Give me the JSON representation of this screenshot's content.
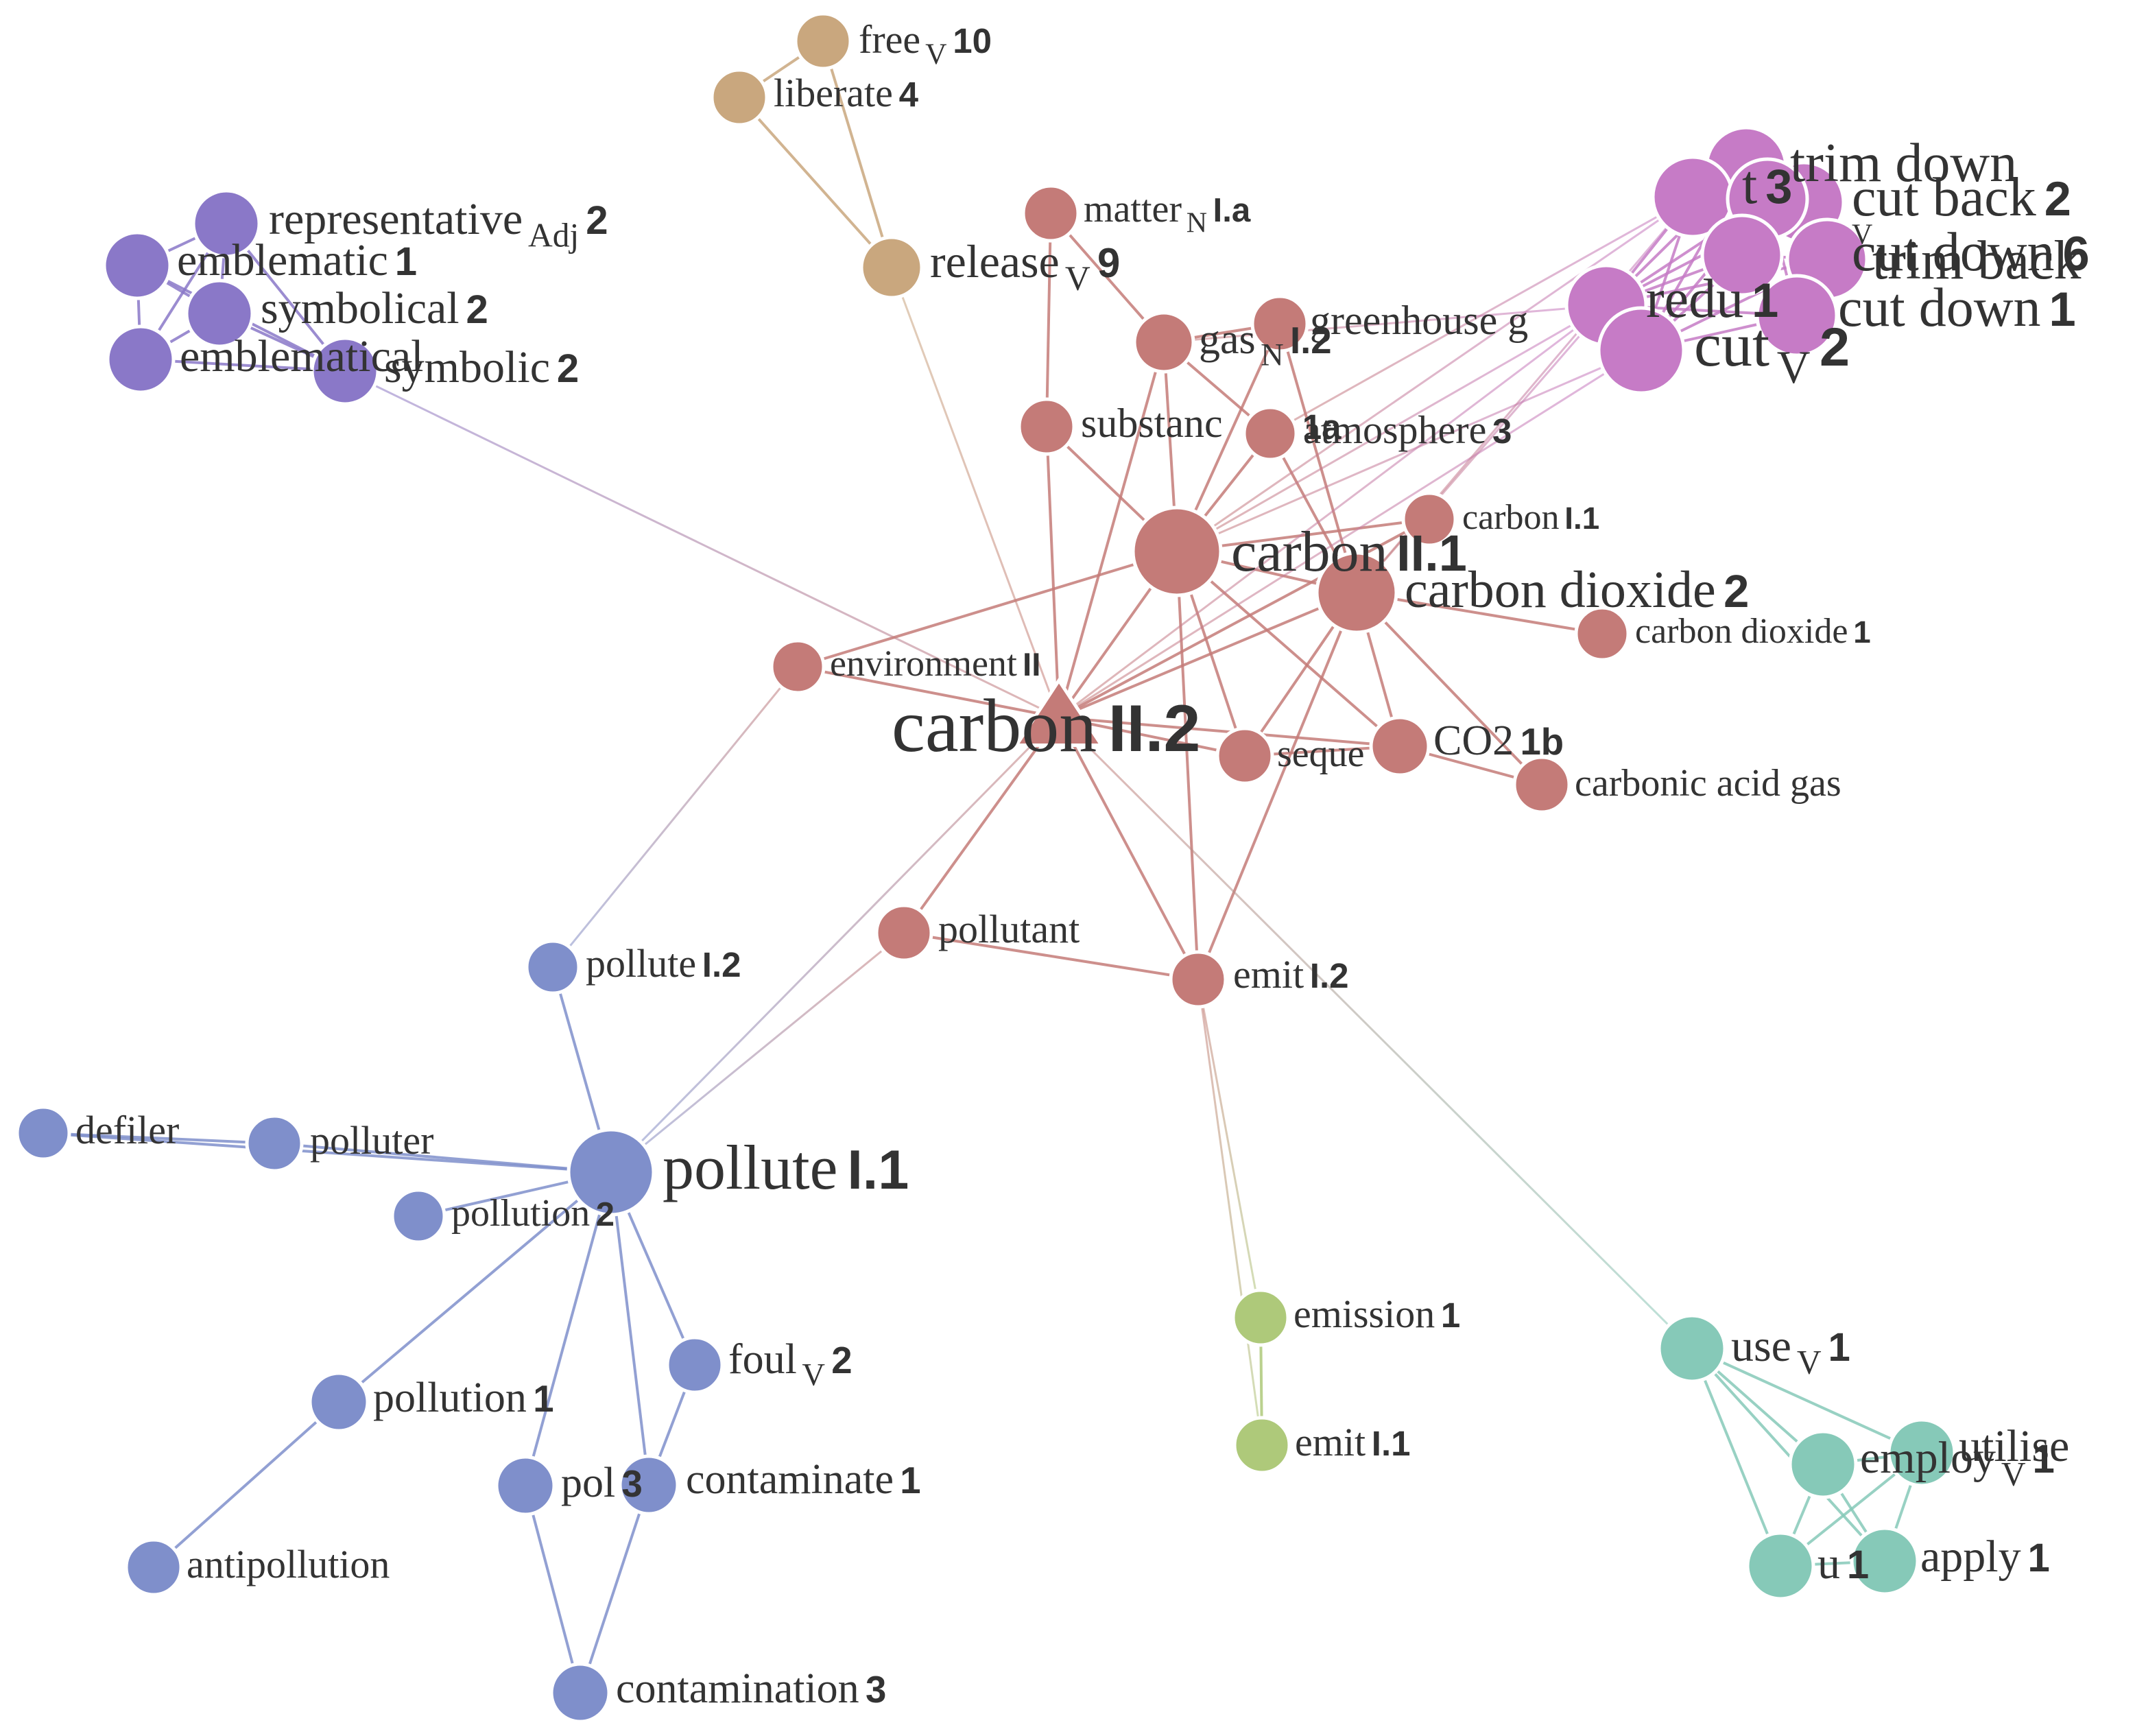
{
  "colors": {
    "red": "#c47b78",
    "blue": "#7f8fcb",
    "violet": "#8a78c8",
    "tan": "#c9a77e",
    "pink": "#c67bc6",
    "green": "#aec97a",
    "teal": "#86c9b8"
  },
  "nodes": [
    {
      "id": "carbon_II2",
      "word": "carbon",
      "sub": "",
      "sense": "II.2",
      "group": "red",
      "shape": "triangle"
    },
    {
      "id": "carbon_II1",
      "word": "carbon",
      "sub": "",
      "sense": "II.1",
      "group": "red"
    },
    {
      "id": "carbon_dioxide_2",
      "word": "carbon dioxide",
      "sub": "",
      "sense": "2",
      "group": "red"
    },
    {
      "id": "carbon_dioxide_1",
      "word": "carbon dioxide",
      "sub": "",
      "sense": "1",
      "group": "red"
    },
    {
      "id": "carbon_I1",
      "word": "carbon",
      "sub": "",
      "sense": "I.1",
      "group": "red"
    },
    {
      "id": "matter",
      "word": "matter",
      "sub": "N",
      "sense": "I.a",
      "group": "red"
    },
    {
      "id": "gas",
      "word": "gas",
      "sub": "N",
      "sense": "I.2",
      "group": "red"
    },
    {
      "id": "greenhouse",
      "word": "greenhouse g",
      "sub": "",
      "sense": "",
      "group": "red"
    },
    {
      "id": "substance",
      "word": "substanc",
      "sub": "",
      "sense": "",
      "group": "red"
    },
    {
      "id": "atmosphere1a",
      "word": "",
      "sub": "",
      "sense": "1a",
      "group": "red"
    },
    {
      "id": "atmosphere",
      "word": "atmosphere",
      "sub": "",
      "sense": "3",
      "group": "red"
    },
    {
      "id": "environment",
      "word": "environment",
      "sub": "",
      "sense": "II",
      "group": "red"
    },
    {
      "id": "sequester",
      "word": "seque",
      "sub": "",
      "sense": "",
      "group": "red"
    },
    {
      "id": "co2",
      "word": "CO2",
      "sub": "",
      "sense": "1b",
      "group": "red"
    },
    {
      "id": "carbonic",
      "word": "carbonic acid gas",
      "sub": "",
      "sense": "",
      "group": "red"
    },
    {
      "id": "pollutant",
      "word": "pollutant",
      "sub": "",
      "sense": "",
      "group": "red"
    },
    {
      "id": "emit_I2",
      "word": "emit",
      "sub": "",
      "sense": "I.2",
      "group": "red"
    },
    {
      "id": "free",
      "word": "free",
      "sub": "V",
      "sense": "10",
      "group": "tan"
    },
    {
      "id": "liberate",
      "word": "liberate",
      "sub": "",
      "sense": "4",
      "group": "tan"
    },
    {
      "id": "release",
      "word": "release",
      "sub": "V",
      "sense": "9",
      "group": "tan"
    },
    {
      "id": "representative",
      "word": "representative",
      "sub": "Adj",
      "sense": "2",
      "group": "violet"
    },
    {
      "id": "emblematic",
      "word": "emblematic",
      "sub": "",
      "sense": "1",
      "group": "violet"
    },
    {
      "id": "symbolical",
      "word": "symbolical",
      "sub": "",
      "sense": "2",
      "group": "violet"
    },
    {
      "id": "emblematical",
      "word": "emblematical",
      "sub": "",
      "sense": "",
      "group": "violet"
    },
    {
      "id": "symbolic",
      "word": "symbolic",
      "sub": "",
      "sense": "2",
      "group": "violet"
    },
    {
      "id": "trim_down",
      "word": "trim down",
      "sub": "",
      "sense": "",
      "group": "pink"
    },
    {
      "id": "cut_back",
      "word": "cut back",
      "sub": "",
      "sense": "2",
      "group": "pink"
    },
    {
      "id": "pink_t",
      "word": "t",
      "sub": "",
      "sense": "3",
      "group": "pink"
    },
    {
      "id": "pink_v",
      "word": "",
      "sub": "V",
      "sense": "",
      "group": "pink"
    },
    {
      "id": "cut_down6",
      "word": "cut down",
      "sub": "",
      "sense": "6",
      "group": "pink"
    },
    {
      "id": "trim_back",
      "word": "trim back",
      "sub": "",
      "sense": "",
      "group": "pink"
    },
    {
      "id": "reduce",
      "word": "redu",
      "sub": "",
      "sense": "1",
      "group": "pink"
    },
    {
      "id": "cut_down1",
      "word": "cut down",
      "sub": "",
      "sense": "1",
      "group": "pink"
    },
    {
      "id": "cut",
      "word": "cut",
      "sub": "V",
      "sense": "2",
      "group": "pink"
    },
    {
      "id": "pollute_I1",
      "word": "pollute",
      "sub": "",
      "sense": "I.1",
      "group": "blue"
    },
    {
      "id": "pollute_I2",
      "word": "pollute",
      "sub": "",
      "sense": "I.2",
      "group": "blue"
    },
    {
      "id": "defiler",
      "word": "defiler",
      "sub": "",
      "sense": "",
      "group": "blue"
    },
    {
      "id": "polluter",
      "word": "polluter",
      "sub": "",
      "sense": "",
      "group": "blue"
    },
    {
      "id": "pollution2",
      "word": "pollution",
      "sub": "",
      "sense": "2",
      "group": "blue"
    },
    {
      "id": "foul",
      "word": "foul",
      "sub": "V",
      "sense": "2",
      "group": "blue"
    },
    {
      "id": "pollution1",
      "word": "pollution",
      "sub": "",
      "sense": "1",
      "group": "blue"
    },
    {
      "id": "pollution3",
      "word": "pol",
      "sub": "",
      "sense": "3",
      "group": "blue"
    },
    {
      "id": "contaminate",
      "word": "contaminate",
      "sub": "",
      "sense": "1",
      "group": "blue"
    },
    {
      "id": "antipollution",
      "word": "antipollution",
      "sub": "",
      "sense": "",
      "group": "blue"
    },
    {
      "id": "contamination",
      "word": "contamination",
      "sub": "",
      "sense": "3",
      "group": "blue"
    },
    {
      "id": "emission",
      "word": "emission",
      "sub": "",
      "sense": "1",
      "group": "green"
    },
    {
      "id": "emit_I1",
      "word": "emit",
      "sub": "",
      "sense": "I.1",
      "group": "green"
    },
    {
      "id": "use",
      "word": "use",
      "sub": "V",
      "sense": "1",
      "group": "teal"
    },
    {
      "id": "utilise",
      "word": "utilise",
      "sub": "",
      "sense": "",
      "group": "teal"
    },
    {
      "id": "employ",
      "word": "employ",
      "sub": "V",
      "sense": "1",
      "group": "teal"
    },
    {
      "id": "utilize",
      "word": "u",
      "sub": "",
      "sense": "1",
      "group": "teal"
    },
    {
      "id": "apply",
      "word": "apply",
      "sub": "",
      "sense": "1",
      "group": "teal"
    }
  ],
  "edges": [
    [
      "free",
      "liberate"
    ],
    [
      "free",
      "release"
    ],
    [
      "liberate",
      "release"
    ],
    [
      "release",
      "carbon_II2"
    ],
    [
      "representative",
      "emblematic"
    ],
    [
      "representative",
      "symbolical"
    ],
    [
      "representative",
      "emblematical"
    ],
    [
      "representative",
      "symbolic"
    ],
    [
      "emblematic",
      "symbolical"
    ],
    [
      "emblematic",
      "emblematical"
    ],
    [
      "emblematic",
      "symbolic"
    ],
    [
      "symbolical",
      "emblematical"
    ],
    [
      "symbolical",
      "symbolic"
    ],
    [
      "emblematical",
      "symbolic"
    ],
    [
      "symbolic",
      "carbon_II2"
    ],
    [
      "matter",
      "substance"
    ],
    [
      "matter",
      "gas"
    ],
    [
      "gas",
      "carbon_II1"
    ],
    [
      "gas",
      "greenhouse"
    ],
    [
      "gas",
      "atmosphere1a"
    ],
    [
      "gas",
      "carbon_II2"
    ],
    [
      "greenhouse",
      "carbon_II1"
    ],
    [
      "greenhouse",
      "carbon_dioxide_2"
    ],
    [
      "substance",
      "carbon_II1"
    ],
    [
      "substance",
      "carbon_II2"
    ],
    [
      "atmosphere1a",
      "carbon_II1"
    ],
    [
      "atmosphere1a",
      "carbon_dioxide_2"
    ],
    [
      "carbon_I1",
      "carbon_II1"
    ],
    [
      "carbon_I1",
      "carbon_II2"
    ],
    [
      "carbon_II1",
      "carbon_II2"
    ],
    [
      "carbon_II1",
      "carbon_dioxide_2"
    ],
    [
      "carbon_II1",
      "co2"
    ],
    [
      "carbon_II1",
      "sequester"
    ],
    [
      "carbon_II1",
      "environment"
    ],
    [
      "carbon_II1",
      "emit_I2"
    ],
    [
      "carbon_dioxide_2",
      "carbon_dioxide_1"
    ],
    [
      "carbon_dioxide_2",
      "co2"
    ],
    [
      "carbon_dioxide_2",
      "carbonic"
    ],
    [
      "carbon_dioxide_2",
      "sequester"
    ],
    [
      "carbon_dioxide_2",
      "carbon_II2"
    ],
    [
      "carbon_dioxide_2",
      "emit_I2"
    ],
    [
      "co2",
      "carbonic"
    ],
    [
      "co2",
      "sequester"
    ],
    [
      "co2",
      "carbon_II2"
    ],
    [
      "environment",
      "carbon_II2"
    ],
    [
      "environment",
      "pollute_I2"
    ],
    [
      "carbon_II2",
      "pollutant"
    ],
    [
      "carbon_II2",
      "emit_I2"
    ],
    [
      "carbon_II2",
      "sequester"
    ],
    [
      "carbon_II2",
      "pollute_I1"
    ],
    [
      "carbon_II2",
      "use"
    ],
    [
      "pollutant",
      "emit_I2"
    ],
    [
      "pollutant",
      "pollute_I1"
    ],
    [
      "emit_I2",
      "emission"
    ],
    [
      "emit_I2",
      "emit_I1"
    ],
    [
      "emission",
      "emit_I1"
    ],
    [
      "reduce",
      "carbon_II1"
    ],
    [
      "reduce",
      "carbon_II2"
    ],
    [
      "reduce",
      "gas"
    ],
    [
      "reduce",
      "carbon_dioxide_2"
    ],
    [
      "pink_t",
      "carbon_II1"
    ],
    [
      "pink_t",
      "atmosphere1a"
    ],
    [
      "cut",
      "carbon_II1"
    ],
    [
      "cut",
      "carbon_II2"
    ],
    [
      "pink_t",
      "carbon_dioxide_2"
    ],
    [
      "trim_down",
      "cut_back"
    ],
    [
      "trim_down",
      "pink_t"
    ],
    [
      "trim_down",
      "reduce"
    ],
    [
      "trim_down",
      "cut"
    ],
    [
      "cut_back",
      "pink_v"
    ],
    [
      "cut_back",
      "cut_down6"
    ],
    [
      "cut_back",
      "reduce"
    ],
    [
      "cut_back",
      "cut"
    ],
    [
      "pink_t",
      "pink_v"
    ],
    [
      "pink_t",
      "reduce"
    ],
    [
      "pink_t",
      "cut"
    ],
    [
      "pink_v",
      "cut_down6"
    ],
    [
      "pink_v",
      "reduce"
    ],
    [
      "pink_v",
      "cut_down1"
    ],
    [
      "pink_v",
      "cut"
    ],
    [
      "cut_down6",
      "cut_down1"
    ],
    [
      "cut_down6",
      "cut"
    ],
    [
      "cut_down6",
      "reduce"
    ],
    [
      "trim_back",
      "cut_down6"
    ],
    [
      "trim_back",
      "cut_down1"
    ],
    [
      "trim_back",
      "reduce"
    ],
    [
      "reduce",
      "cut_down1"
    ],
    [
      "reduce",
      "cut"
    ],
    [
      "cut_down1",
      "cut"
    ],
    [
      "pollute_I2",
      "pollute_I1"
    ],
    [
      "defiler",
      "polluter"
    ],
    [
      "defiler",
      "pollute_I1"
    ],
    [
      "polluter",
      "pollute_I1"
    ],
    [
      "pollution2",
      "pollute_I1"
    ],
    [
      "pollute_I1",
      "pollution1"
    ],
    [
      "pollute_I1",
      "foul"
    ],
    [
      "pollute_I1",
      "pollution3"
    ],
    [
      "pollute_I1",
      "contaminate"
    ],
    [
      "pollution1",
      "antipollution"
    ],
    [
      "foul",
      "contaminate"
    ],
    [
      "pollution3",
      "contamination"
    ],
    [
      "contaminate",
      "contamination"
    ],
    [
      "use",
      "employ"
    ],
    [
      "use",
      "utilise"
    ],
    [
      "use",
      "utilize"
    ],
    [
      "use",
      "apply"
    ],
    [
      "employ",
      "utilise"
    ],
    [
      "employ",
      "utilize"
    ],
    [
      "employ",
      "apply"
    ],
    [
      "utilise",
      "utilize"
    ],
    [
      "utilise",
      "apply"
    ],
    [
      "utilize",
      "apply"
    ]
  ]
}
